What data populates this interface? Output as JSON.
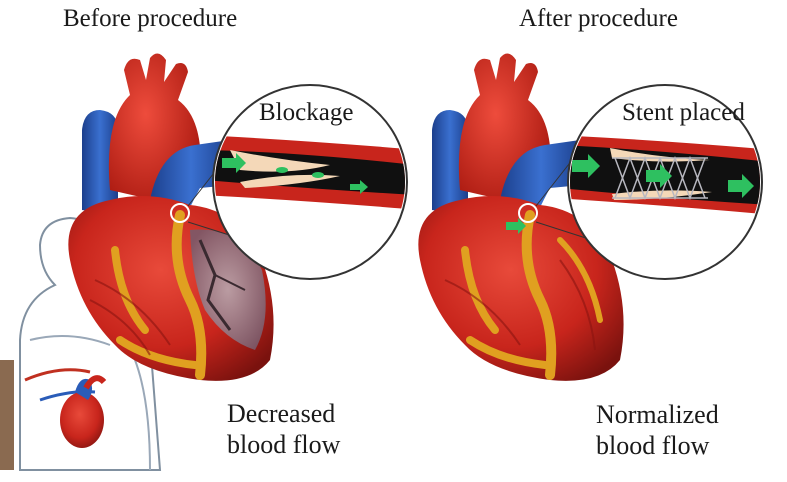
{
  "panels": {
    "before": {
      "title": "Before procedure",
      "inset_label": "Blockage",
      "caption_line1": "Decreased",
      "caption_line2": "blood flow"
    },
    "after": {
      "title": "After procedure",
      "inset_label": "Stent placed",
      "caption_line1": "Normalized",
      "caption_line2": "blood flow"
    }
  },
  "colors": {
    "heart_red": "#c8251c",
    "heart_dark": "#8a1410",
    "artery_blue": "#2a5cb8",
    "fat_yellow": "#e0a020",
    "flow_arrow": "#2ec060",
    "plaque": "#f4d8b8",
    "vessel_lumen": "#101010"
  }
}
